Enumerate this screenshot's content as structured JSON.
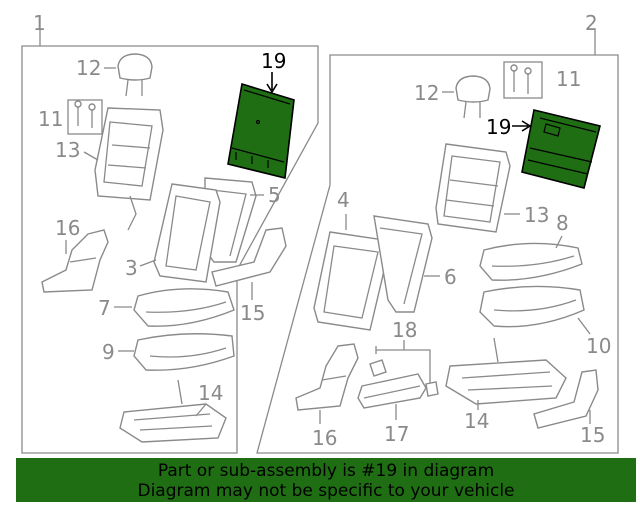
{
  "group_labels": {
    "left": "1",
    "right": "2"
  },
  "callouts": {
    "left_12": "12",
    "left_19": "19",
    "left_11": "11",
    "left_13": "13",
    "left_5": "5",
    "left_16": "16",
    "left_3": "3",
    "left_7": "7",
    "left_15": "15",
    "left_9": "9",
    "left_14": "14",
    "right_12": "12",
    "right_11": "11",
    "right_19": "19",
    "right_13": "13",
    "right_4": "4",
    "right_8": "8",
    "right_6": "6",
    "right_18": "18",
    "right_10": "10",
    "right_14": "14",
    "right_16": "16",
    "right_17": "17",
    "right_15": "15"
  },
  "highlight_color": "#1f6e14",
  "banner": {
    "line1": "Part or sub-assembly is #19 in diagram",
    "line2": "Diagram may not be specific to your vehicle"
  }
}
